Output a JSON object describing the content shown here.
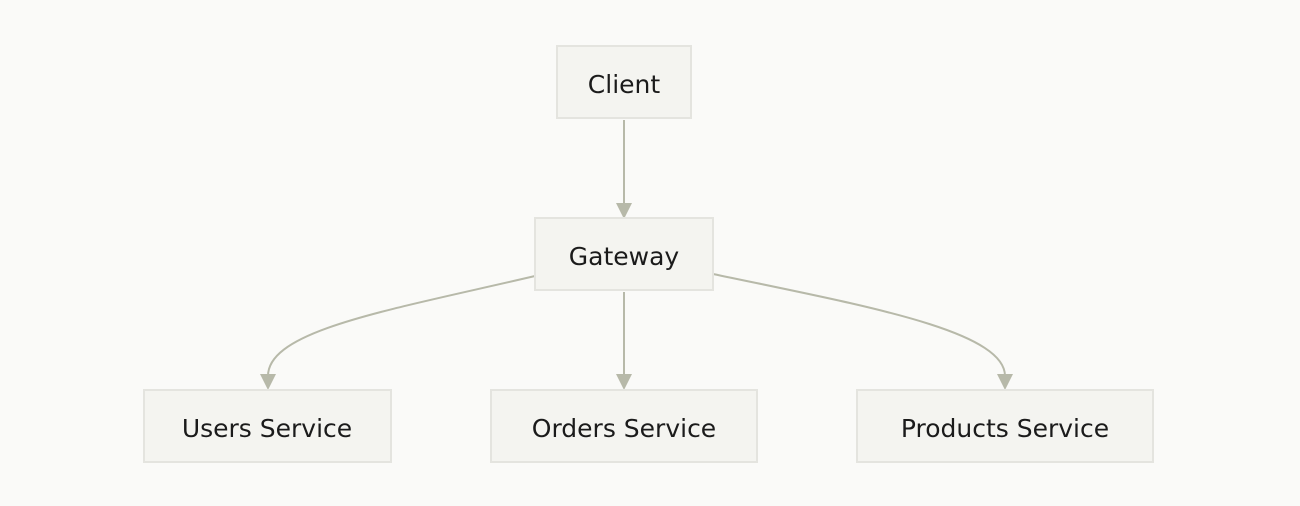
{
  "colors": {
    "background": "#fafaf8",
    "node_fill": "#f4f4f0",
    "node_border": "#e4e4df",
    "edge": "#b7b9a9",
    "text": "#1b1b1b"
  },
  "diagram": {
    "nodes": [
      {
        "id": "client",
        "label": "Client"
      },
      {
        "id": "gateway",
        "label": "Gateway"
      },
      {
        "id": "users",
        "label": "Users Service"
      },
      {
        "id": "orders",
        "label": "Orders Service"
      },
      {
        "id": "products",
        "label": "Products Service"
      }
    ],
    "edges": [
      {
        "from": "client",
        "to": "gateway"
      },
      {
        "from": "gateway",
        "to": "users"
      },
      {
        "from": "gateway",
        "to": "orders"
      },
      {
        "from": "gateway",
        "to": "products"
      }
    ]
  }
}
